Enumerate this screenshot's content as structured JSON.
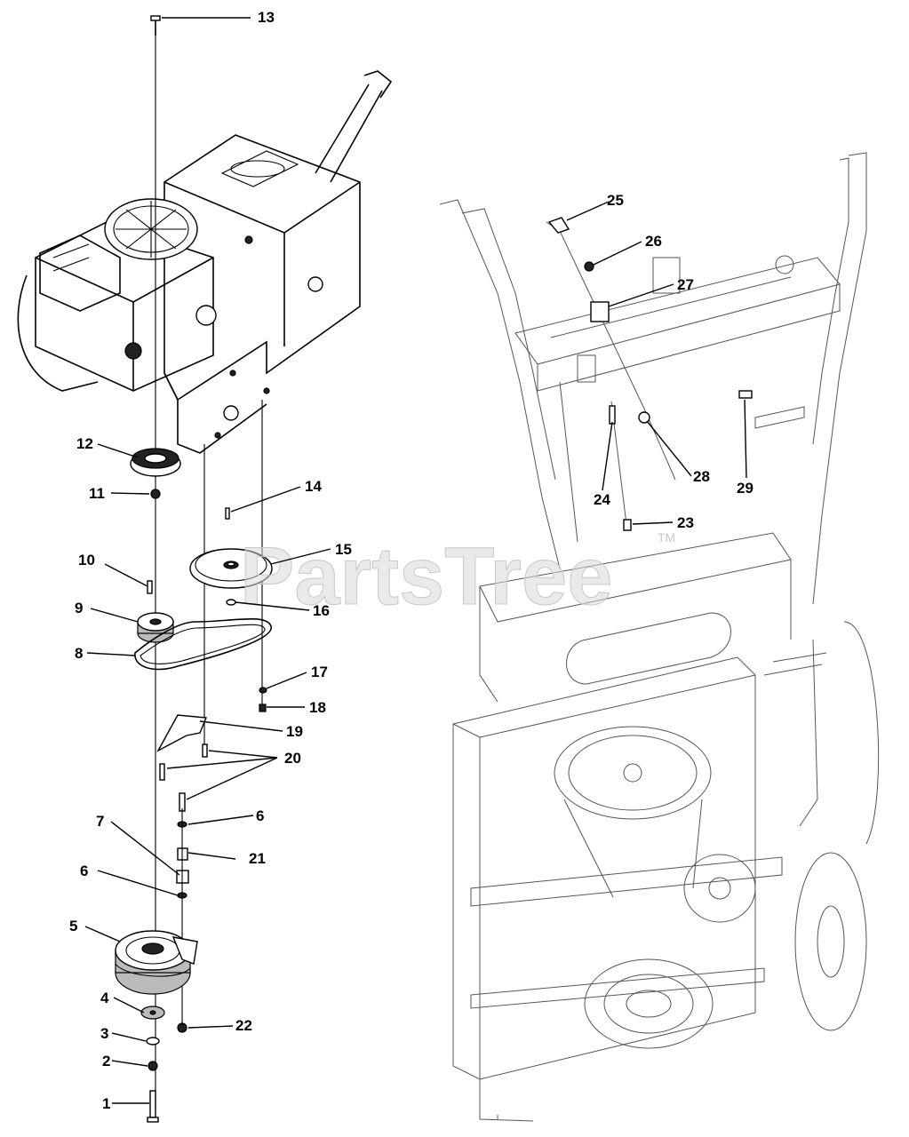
{
  "watermark": {
    "text": "PartsTree",
    "trademark": "TM"
  },
  "callouts": [
    {
      "id": "1",
      "label": "1"
    },
    {
      "id": "2",
      "label": "2"
    },
    {
      "id": "3",
      "label": "3"
    },
    {
      "id": "4",
      "label": "4"
    },
    {
      "id": "5",
      "label": "5"
    },
    {
      "id": "6a",
      "label": "6"
    },
    {
      "id": "6b",
      "label": "6"
    },
    {
      "id": "7",
      "label": "7"
    },
    {
      "id": "8",
      "label": "8"
    },
    {
      "id": "9",
      "label": "9"
    },
    {
      "id": "10",
      "label": "10"
    },
    {
      "id": "11",
      "label": "11"
    },
    {
      "id": "12",
      "label": "12"
    },
    {
      "id": "13",
      "label": "13"
    },
    {
      "id": "14",
      "label": "14"
    },
    {
      "id": "15",
      "label": "15"
    },
    {
      "id": "16",
      "label": "16"
    },
    {
      "id": "17",
      "label": "17"
    },
    {
      "id": "18",
      "label": "18"
    },
    {
      "id": "19",
      "label": "19"
    },
    {
      "id": "20",
      "label": "20"
    },
    {
      "id": "21",
      "label": "21"
    },
    {
      "id": "22",
      "label": "22"
    },
    {
      "id": "23",
      "label": "23"
    },
    {
      "id": "24",
      "label": "24"
    },
    {
      "id": "25",
      "label": "25"
    },
    {
      "id": "26",
      "label": "26"
    },
    {
      "id": "27",
      "label": "27"
    },
    {
      "id": "28",
      "label": "28"
    },
    {
      "id": "29",
      "label": "29"
    }
  ]
}
